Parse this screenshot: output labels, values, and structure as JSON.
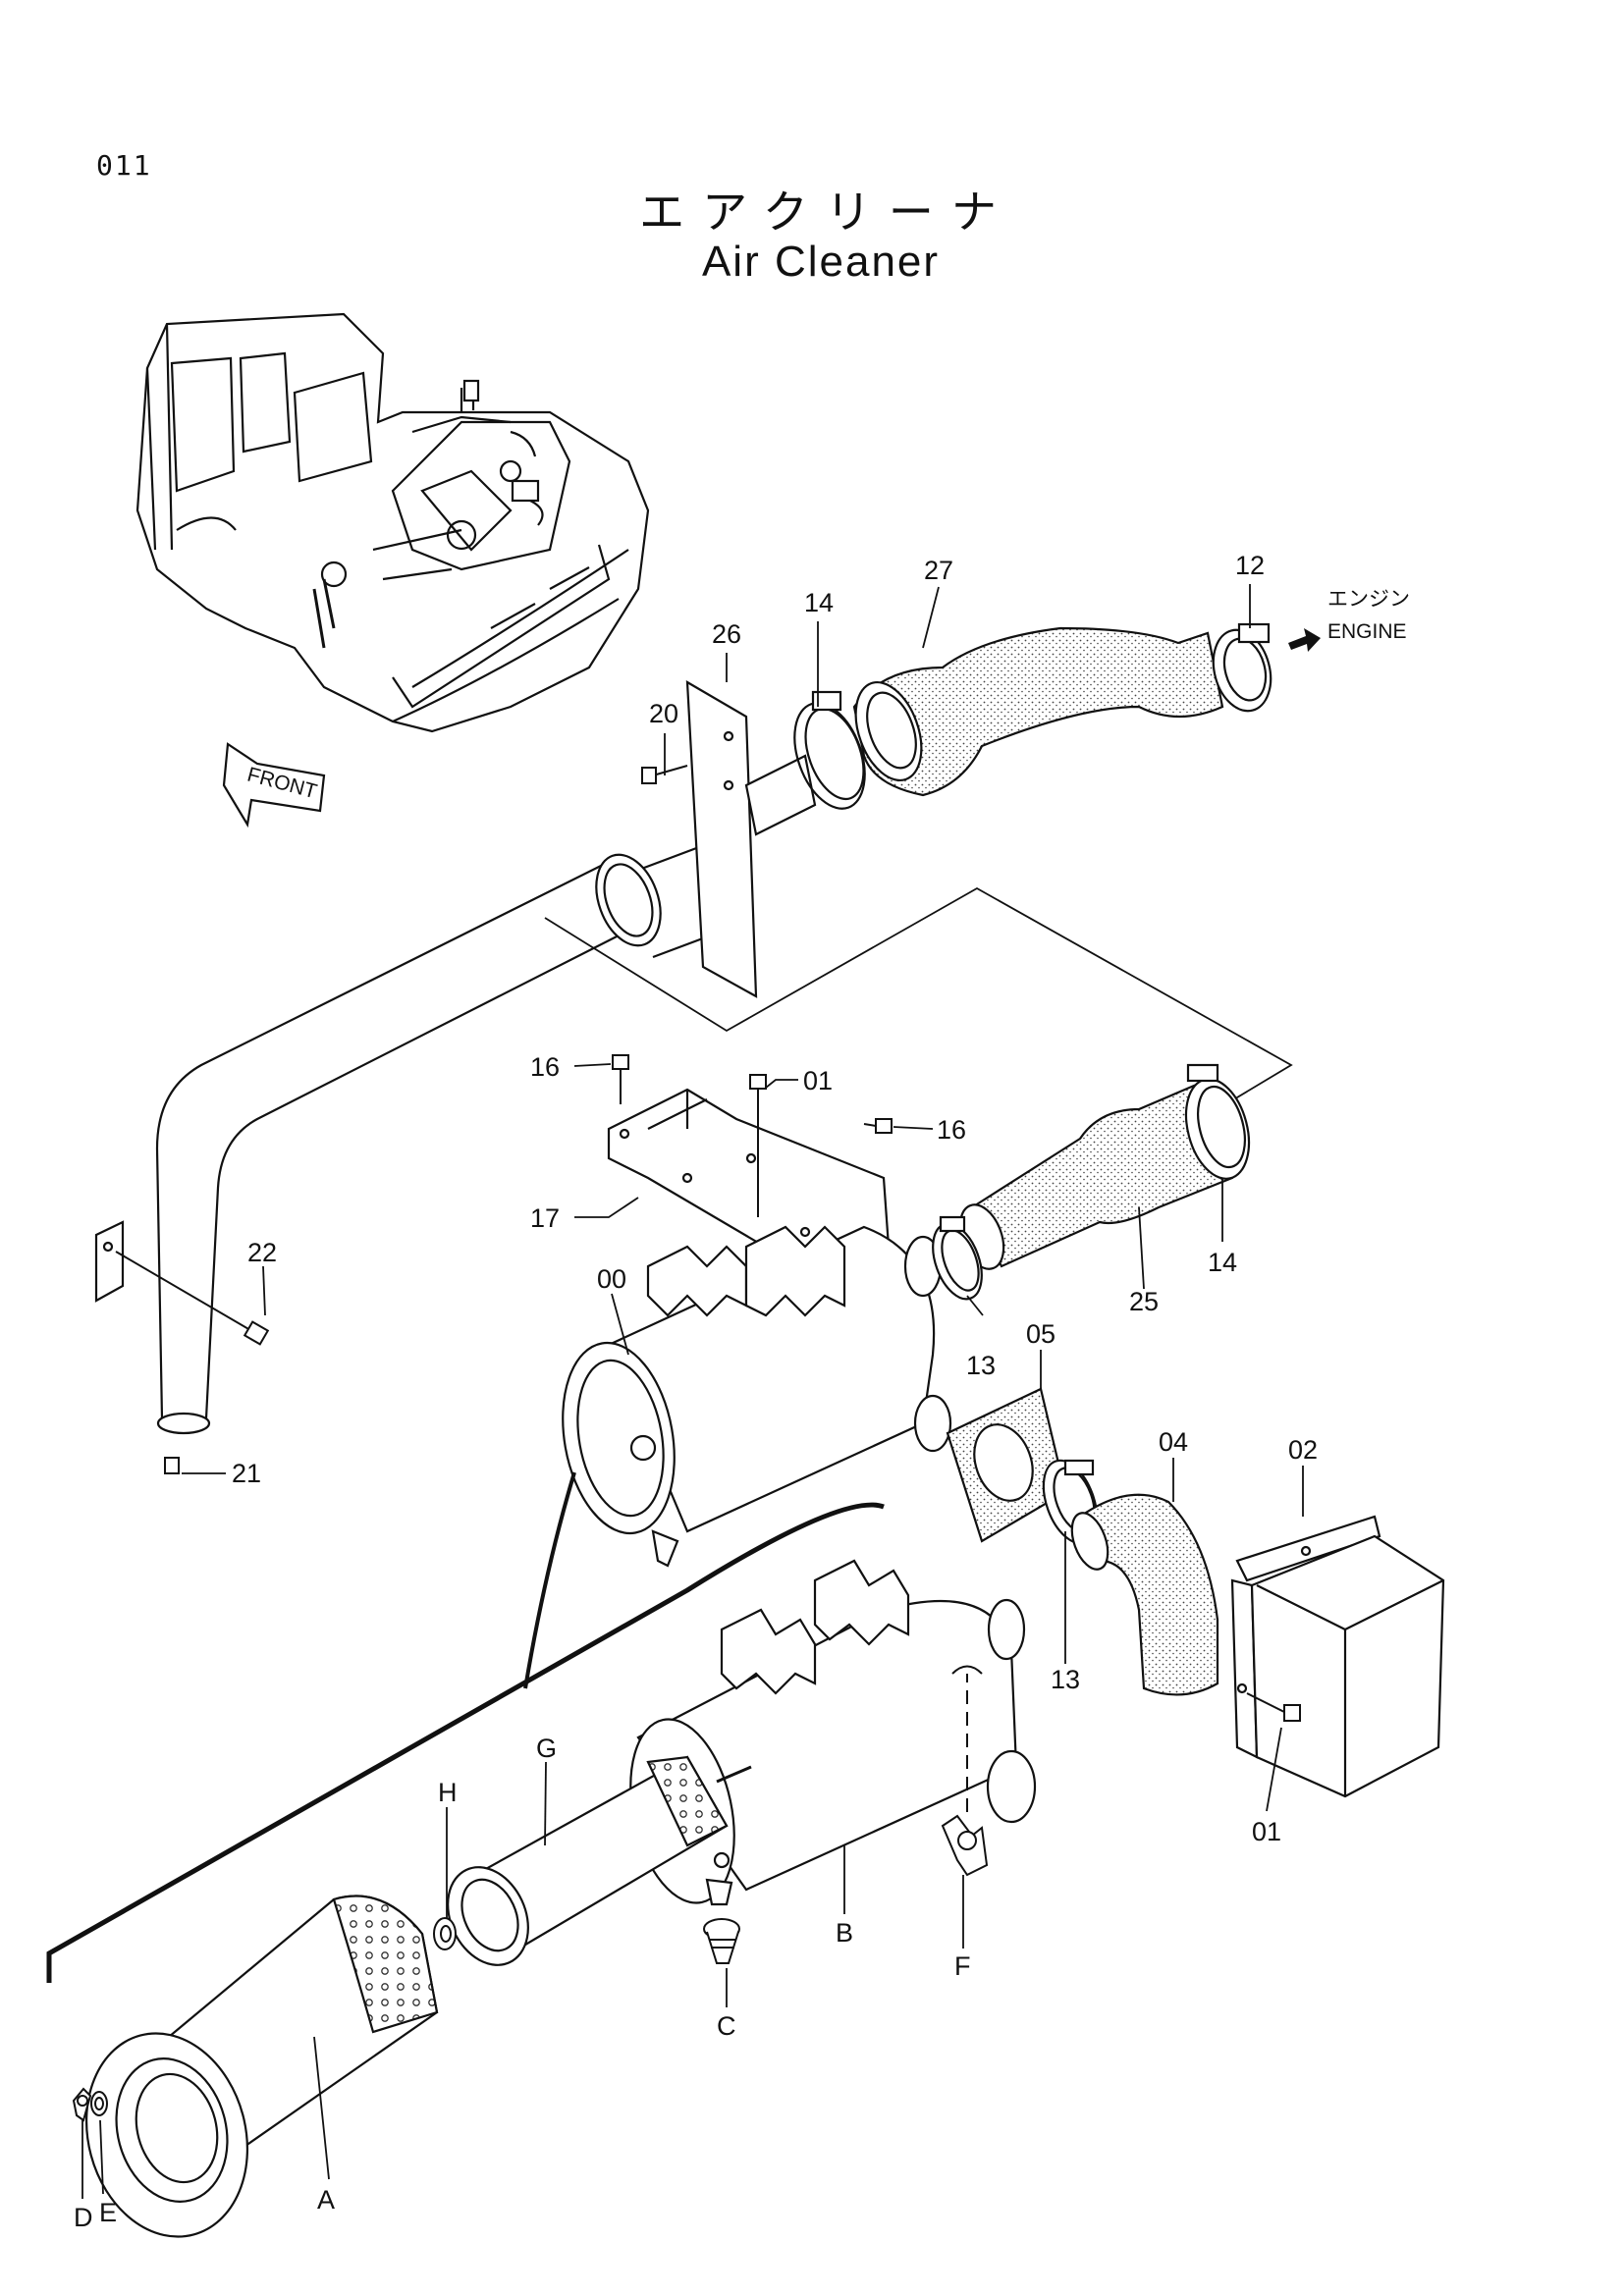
{
  "header": {
    "page_number": "011",
    "title_jp": "エアクリーナ",
    "title_en": "Air Cleaner"
  },
  "callouts": {
    "engine_jp": "エンジン",
    "engine_en": "ENGINE",
    "front": "FRONT",
    "p00": "00",
    "p01a": "01",
    "p01b": "01",
    "p02": "02",
    "p04": "04",
    "p05": "05",
    "p12": "12",
    "p13a": "13",
    "p13b": "13",
    "p14a": "14",
    "p14b": "14",
    "p16a": "16",
    "p16b": "16",
    "p17": "17",
    "p20": "20",
    "p21": "21",
    "p22": "22",
    "p25": "25",
    "p26": "26",
    "p27": "27",
    "A": "A",
    "B": "B",
    "C": "C",
    "D": "D",
    "E": "E",
    "F": "F",
    "G": "G",
    "H": "H"
  }
}
